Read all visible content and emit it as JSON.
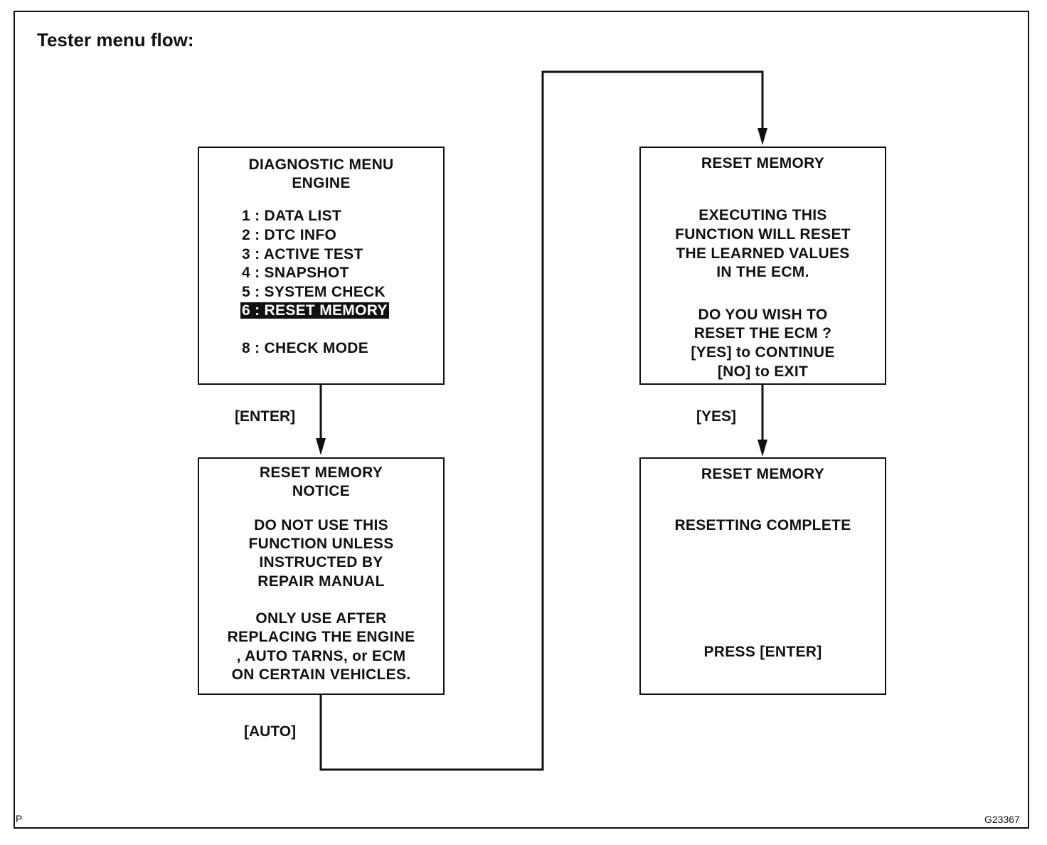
{
  "title": "Tester menu flow:",
  "boxes": {
    "diagnostic_menu": {
      "heading": [
        "DIAGNOSTIC MENU",
        "ENGINE"
      ],
      "items": [
        "1 :  DATA  LIST",
        "2 :  DTC  INFO",
        "3 :  ACTIVE TEST",
        "4 :  SNAPSHOT",
        "5 :  SYSTEM  CHECK",
        "6 :  RESET  MEMORY",
        "8 :  CHECK  MODE"
      ],
      "selected_item": "6 :  RESET  MEMORY"
    },
    "reset_notice": {
      "heading": [
        "RESET  MEMORY",
        "NOTICE"
      ],
      "paragraph1": [
        "DO  NOT  USE  THIS",
        "FUNCTION  UNLESS",
        "INSTRUCTED  BY",
        "REPAIR  MANUAL"
      ],
      "paragraph2": [
        "ONLY  USE  AFTER",
        "REPLACING  THE  ENGINE",
        ",  AUTO  TARNS,  or  ECM",
        "ON  CERTAIN  VEHICLES."
      ]
    },
    "reset_confirm": {
      "heading": "RESET  MEMORY",
      "paragraph1": [
        "EXECUTING  THIS",
        "FUNCTION  WILL  RESET",
        "THE  LEARNED  VALUES",
        "IN  THE  ECM."
      ],
      "paragraph2": [
        "DO  YOU  WISH  TO",
        "RESET  THE  ECM ?",
        "[YES]  to  CONTINUE",
        "[NO]  to  EXIT"
      ]
    },
    "reset_complete": {
      "heading": "RESET  MEMORY",
      "status": "RESETTING  COMPLETE",
      "prompt": "PRESS  [ENTER]"
    }
  },
  "transitions": {
    "enter": "[ENTER]",
    "auto": "[AUTO]",
    "yes": "[YES]"
  },
  "footer": {
    "left_mark": "P",
    "figure_id": "G23367"
  }
}
